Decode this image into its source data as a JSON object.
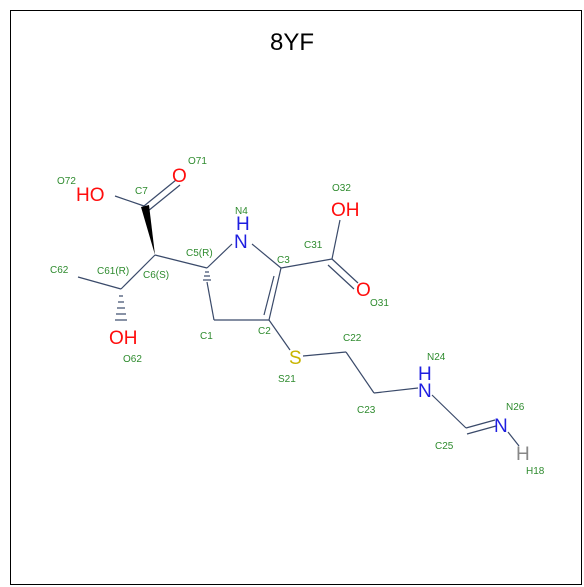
{
  "title": "8YF",
  "colors": {
    "carbon_bond": "#3a4a6a",
    "oxygen": "#ff0d0d",
    "nitrogen": "#1f1fe0",
    "sulfur": "#c8b400",
    "hydrogen": "#888888",
    "atom_label": "#2e8b2e"
  },
  "element_symbols": {
    "o72": "HO",
    "o71": "O",
    "n4": "H",
    "n4_n": "N",
    "o32": "OH",
    "o31": "O",
    "o62": "OH",
    "s21": "S",
    "n24_h": "H",
    "n24_n": "N",
    "n26": "N",
    "h18": "H"
  },
  "atom_labels": {
    "o71": "O71",
    "o72": "O72",
    "c7": "C7",
    "n4": "N4",
    "o32": "O32",
    "c31": "C31",
    "c5": "C5(R)",
    "c3": "C3",
    "c62": "C62",
    "c61": "C61(R)",
    "c6": "C6(S)",
    "o31": "O31",
    "c1": "C1",
    "c2": "C2",
    "c22": "C22",
    "o62": "O62",
    "s21": "S21",
    "n24": "N24",
    "c23": "C23",
    "n26": "N26",
    "c25": "C25",
    "h18": "H18"
  }
}
